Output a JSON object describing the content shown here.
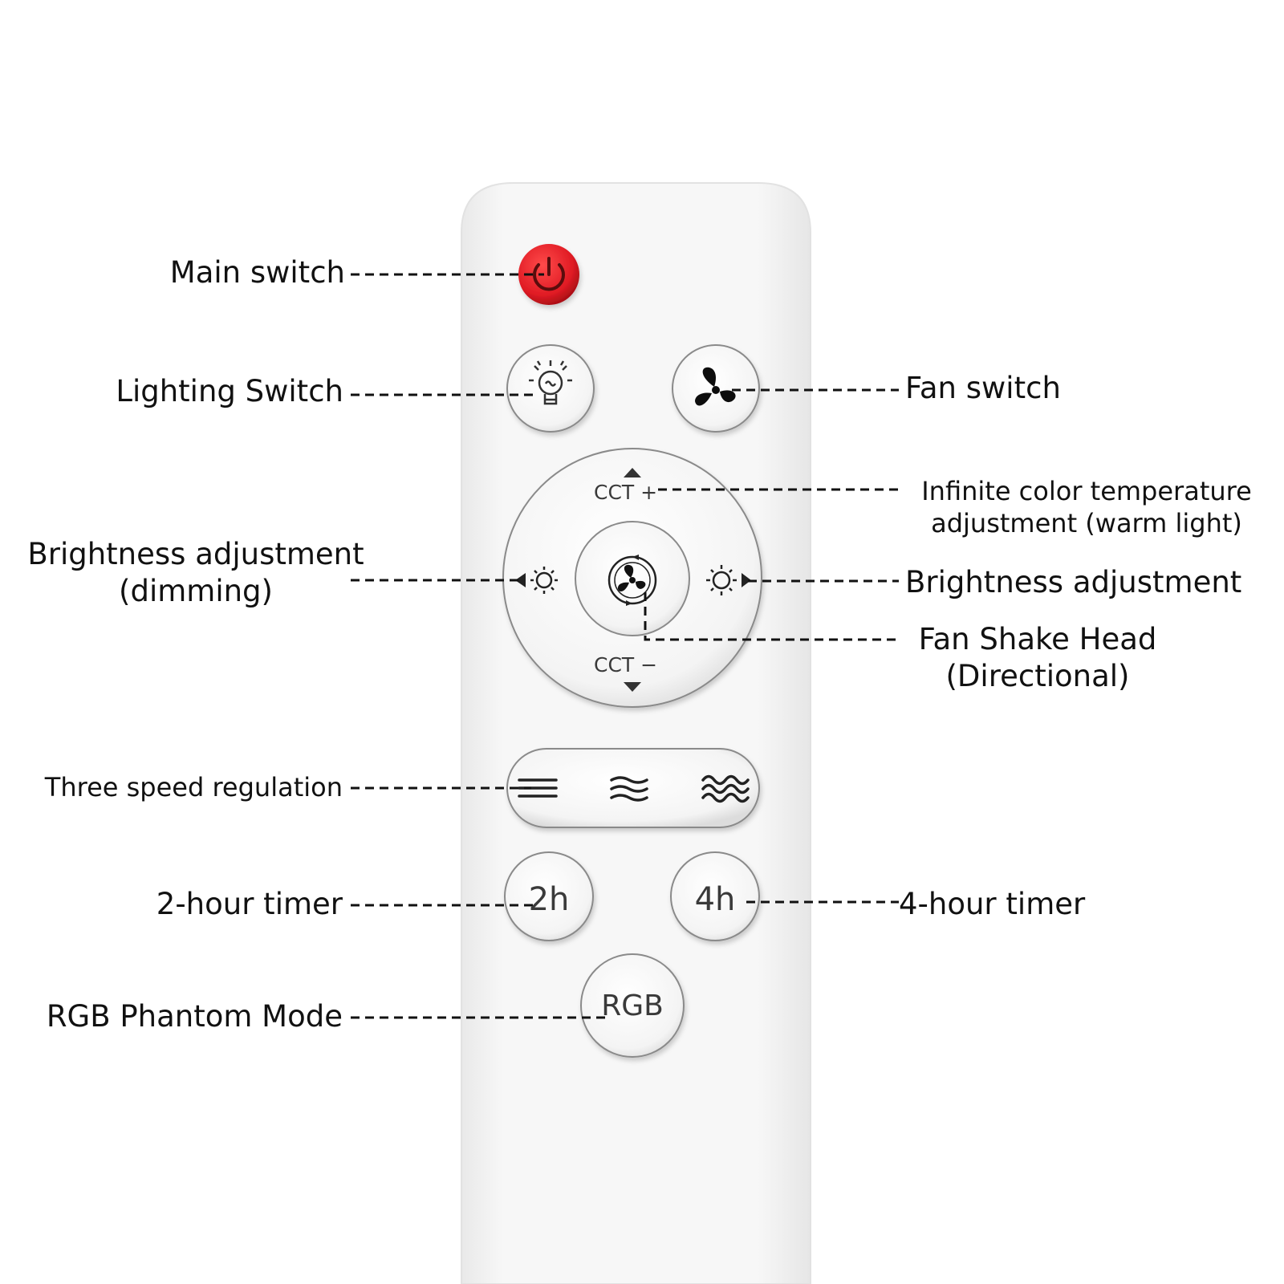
{
  "annotations": {
    "main_switch": "Main switch",
    "lighting_switch": "Lighting Switch",
    "fan_switch": "Fan switch",
    "cct_plus_line1": "Infinite color temperature",
    "cct_plus_line2": "adjustment (warm light)",
    "dimming_line1": "Brightness adjustment",
    "dimming_line2": "(dimming)",
    "brightness": "Brightness adjustment",
    "fan_shake_line1": "Fan Shake Head",
    "fan_shake_line2": "(Directional)",
    "three_speed": "Three speed regulation",
    "timer_2h": "2-hour timer",
    "timer_4h": "4-hour timer",
    "rgb_mode": "RGB Phantom Mode"
  },
  "remote": {
    "cct_plus": "CCT +",
    "cct_minus": "CCT −",
    "btn_2h": "2h",
    "btn_4h": "4h",
    "btn_rgb": "RGB"
  },
  "colors": {
    "power_red": "#e01b24",
    "remote_body": "#f4f4f4",
    "button_outline": "#8a8a8a"
  }
}
